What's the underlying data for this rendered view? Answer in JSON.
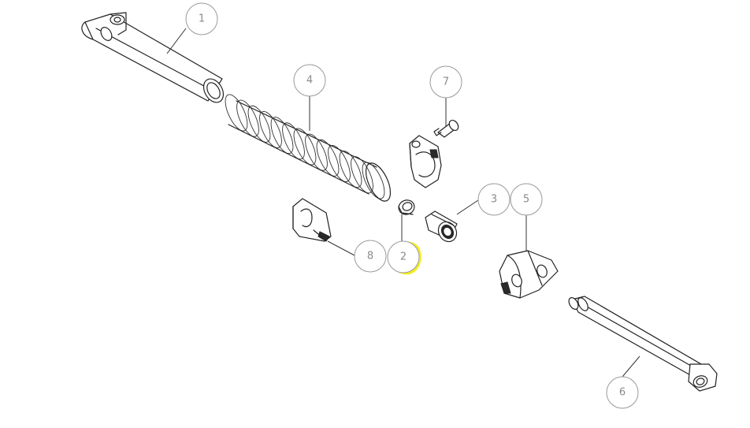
{
  "callouts": [
    {
      "id": "callout-1",
      "label": "1"
    },
    {
      "id": "callout-2",
      "label": "2",
      "highlighted": true
    },
    {
      "id": "callout-3",
      "label": "3"
    },
    {
      "id": "callout-4",
      "label": "4"
    },
    {
      "id": "callout-5",
      "label": "5"
    },
    {
      "id": "callout-6",
      "label": "6"
    },
    {
      "id": "callout-7",
      "label": "7"
    },
    {
      "id": "callout-8",
      "label": "8"
    }
  ],
  "colors": {
    "highlight": "#f4ec1f",
    "line": "#222222",
    "balloon_stroke": "#9a9a9a",
    "balloon_text": "#8a8a8a"
  }
}
